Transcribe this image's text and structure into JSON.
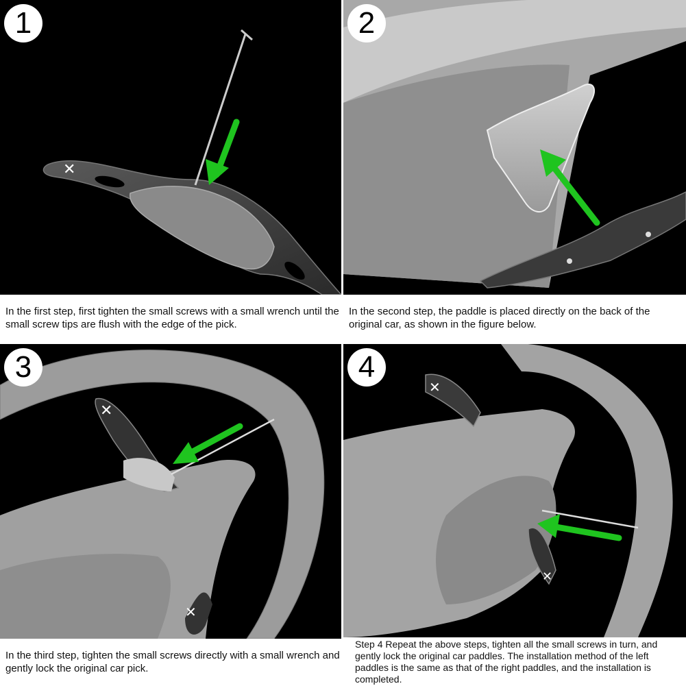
{
  "steps": [
    {
      "number": "1",
      "caption": "In the first step, first tighten the small screws with a small wrench until the small screw tips are flush with the edge of the pick."
    },
    {
      "number": "2",
      "caption": "In the second step, the paddle is placed directly on the back of the original car, as shown in the figure below."
    },
    {
      "number": "3",
      "caption": "In the third step, tighten the small screws directly with a small wrench and gently lock the original car pick."
    },
    {
      "number": "4",
      "caption": "Step 4 Repeat the above steps, tighten all the small screws in turn, and gently lock the original car paddles. The installation method of the left paddles is the same as that of the right paddles, and the installation is completed."
    }
  ],
  "colors": {
    "arrow": "#1fc41f",
    "panel_bg": "#000000",
    "metal": "#b8b8b8",
    "paddle": "#333333"
  }
}
